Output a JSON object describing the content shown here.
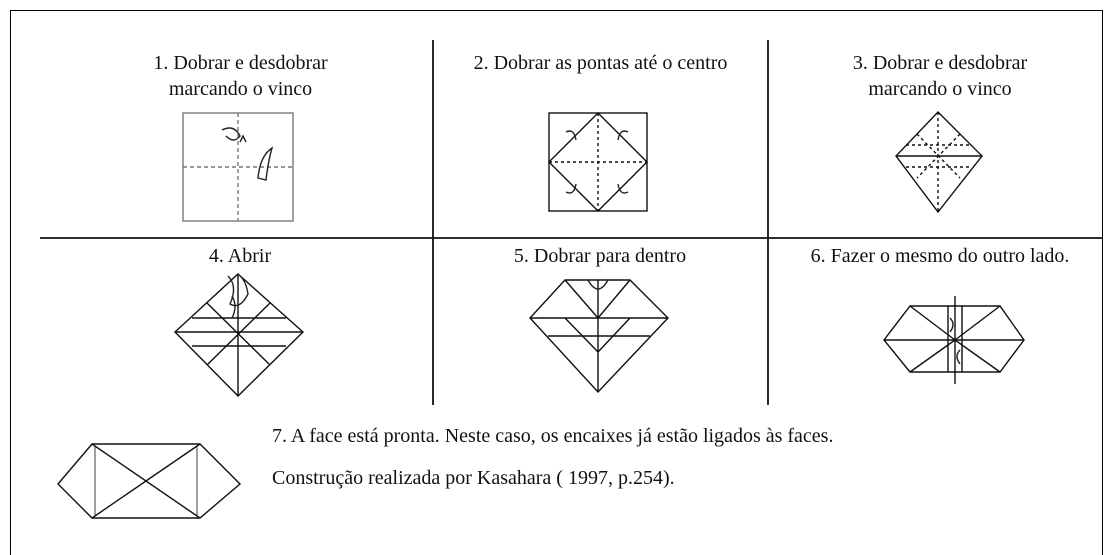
{
  "steps": [
    {
      "label": "1. Dobrar e desdobrar marcando o vinco"
    },
    {
      "label": "2. Dobrar as pontas até o centro"
    },
    {
      "label": "3. Dobrar e desdobrar marcando o vinco"
    },
    {
      "label": "4. Abrir"
    },
    {
      "label": "5. Dobrar para dentro"
    },
    {
      "label": "6. Fazer o mesmo do outro lado."
    }
  ],
  "final": {
    "line1": "7. A face está pronta. Neste caso, os encaixes já estão ligados às faces.",
    "line2": "Construção realizada por Kasahara ( 1997, p.254)."
  }
}
